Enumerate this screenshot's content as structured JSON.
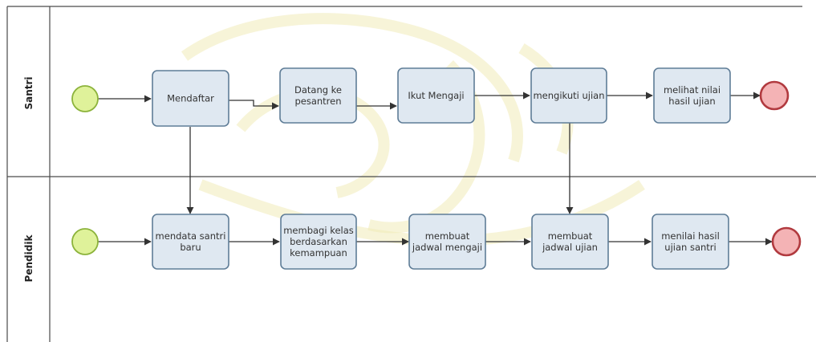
{
  "lanes": [
    {
      "id": "santri",
      "label": "Santri"
    },
    {
      "id": "pendidik",
      "label": "Pendidik"
    }
  ],
  "tasks": {
    "mendaftar": {
      "lines": [
        "Mendaftar"
      ]
    },
    "datang": {
      "lines": [
        "Datang ke",
        "pesantren"
      ]
    },
    "mengaji": {
      "lines": [
        "Ikut Mengaji"
      ]
    },
    "ujian": {
      "lines": [
        "mengikuti ujian"
      ]
    },
    "melihat": {
      "lines": [
        "melihat nilai",
        "hasil ujian"
      ]
    },
    "mendata": {
      "lines": [
        "mendata santri",
        "baru"
      ]
    },
    "membagi": {
      "lines": [
        "membagi kelas",
        "berdasarkan",
        "kemampuan"
      ]
    },
    "jadwal_mengaji": {
      "lines": [
        "membuat",
        "jadwal mengaji"
      ]
    },
    "jadwal_ujian": {
      "lines": [
        "membuat",
        "jadwal ujian"
      ]
    },
    "menilai": {
      "lines": [
        "menilai hasil",
        "ujian santri"
      ]
    }
  },
  "colors": {
    "task_fill": "#dfe8f1",
    "task_stroke": "#5f7d97",
    "start_fill": "#dff29a",
    "start_stroke": "#8cb33b",
    "end_fill": "#f4b3b5",
    "end_stroke": "#b13a3f"
  }
}
